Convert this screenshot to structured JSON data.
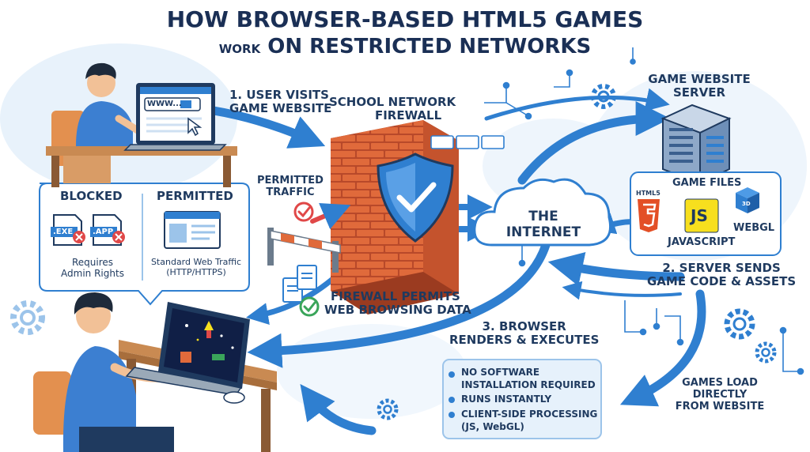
{
  "title": {
    "line1": "HOW BROWSER-BASED HTML5 GAMES",
    "line2_small": "WORK",
    "line2_big": "ON RESTRICTED NETWORKS"
  },
  "steps": {
    "step1": [
      "1. USER VISITS",
      "GAME WEBSITE"
    ],
    "step2": [
      "2. SERVER SENDS",
      "GAME CODE & ASSETS"
    ],
    "step3": [
      "3. BROWSER",
      "RENDERS & EXECUTES"
    ]
  },
  "browser_url": "WWW...",
  "firewall": {
    "label": [
      "SCHOOL NETWORK",
      "FIREWALL"
    ],
    "permitted_traffic": [
      "PERMITTED",
      "TRAFFIC"
    ],
    "permits": [
      "FIREWALL PERMITS",
      "WEB BROWSING DATA"
    ]
  },
  "internet": [
    "THE",
    "INTERNET"
  ],
  "server": {
    "label": [
      "GAME WEBSITE",
      "SERVER"
    ],
    "files_title": "GAME FILES",
    "html5_label": "HTML5",
    "js_badge": "JS",
    "js_label": "JAVASCRIPT",
    "webgl_label": "WEBGL",
    "cube_label": "3D"
  },
  "comparison": {
    "blocked_title": "BLOCKED",
    "permitted_title": "PERMITTED",
    "exe": ".EXE",
    "app": ".APP",
    "blocked_desc": [
      "Requires",
      "Admin Rights"
    ],
    "permitted_desc": [
      "Standard Web Traffic",
      "(HTTP/HTTPS)"
    ]
  },
  "benefits": [
    "NO SOFTWARE",
    "INSTALLATION REQUIRED",
    "RUNS INSTANTLY",
    "CLIENT-SIDE PROCESSING",
    "(JS, WebGL)"
  ],
  "games_load": [
    "GAMES LOAD",
    "DIRECTLY",
    "FROM WEBSITE"
  ],
  "colors": {
    "blue": "#2f7fd0",
    "navy": "#1f3a5f",
    "brick": "#e06a3b",
    "brick_dark": "#b8492a",
    "pale_blue": "#e6f1fb",
    "green": "#3aa55a",
    "red": "#e04848",
    "skin": "#f2c197",
    "hair": "#1e2a3a",
    "shirt": "#3c7fd1"
  }
}
